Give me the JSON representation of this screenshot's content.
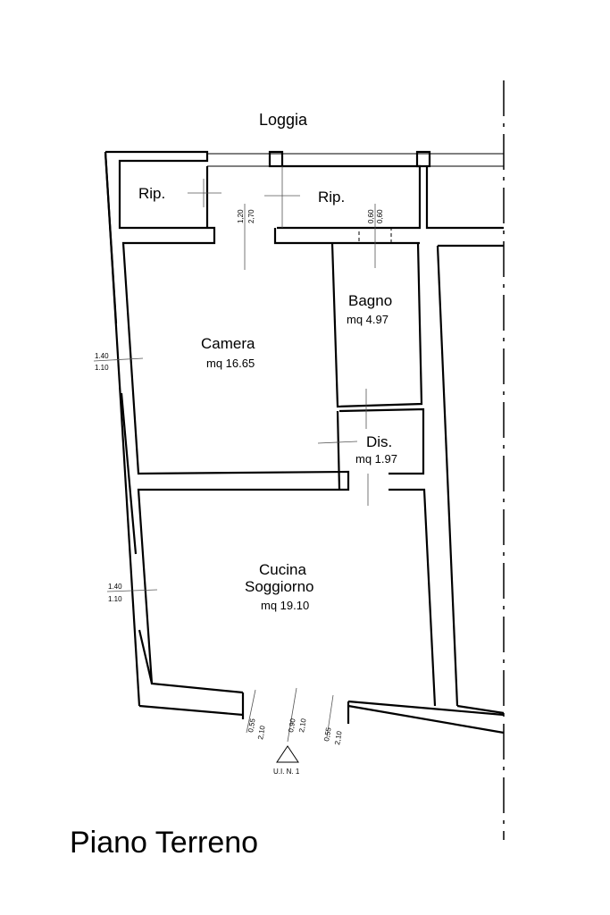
{
  "title": "Piano Terreno",
  "outside_label": "Loggia",
  "rooms": [
    {
      "name": "Rip.",
      "area": ""
    },
    {
      "name": "Rip.",
      "area": ""
    },
    {
      "name": "Camera",
      "area": "mq 16.65"
    },
    {
      "name": "Bagno",
      "area": "mq 4.97"
    },
    {
      "name": "Dis.",
      "area": "mq 1.97"
    },
    {
      "name": "Cucina",
      "name2": "Soggiorno",
      "area": "mq 19.10"
    }
  ],
  "openings": {
    "camera_door": [
      "1,20",
      "2,70"
    ],
    "bagno_window": [
      "0,60",
      "0,60"
    ],
    "camera_window": [
      "1.40",
      "1.10"
    ],
    "cucina_window": [
      "1.40",
      "1.10"
    ],
    "entrance": [
      [
        "0,55",
        "2,10"
      ],
      [
        "0,90",
        "2,10"
      ],
      [
        "0,55",
        "2,10"
      ]
    ]
  },
  "entrance_marker": "U.I. N. 1"
}
